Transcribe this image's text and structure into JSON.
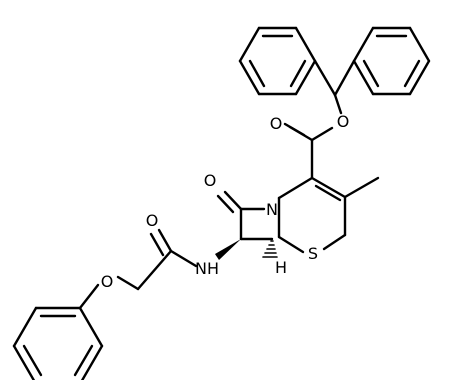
{
  "molecule": {
    "atom_labels": {
      "ester_oxygen": "O",
      "ester_carbonyl_oxygen": "O",
      "lactam_oxygen": "O",
      "amide_oxygen": "O",
      "ether_oxygen": "O",
      "ring_nitrogen": "N",
      "amide_nh": "NH",
      "ring_sulfur": "S",
      "stereo_hydrogen": "H"
    }
  }
}
